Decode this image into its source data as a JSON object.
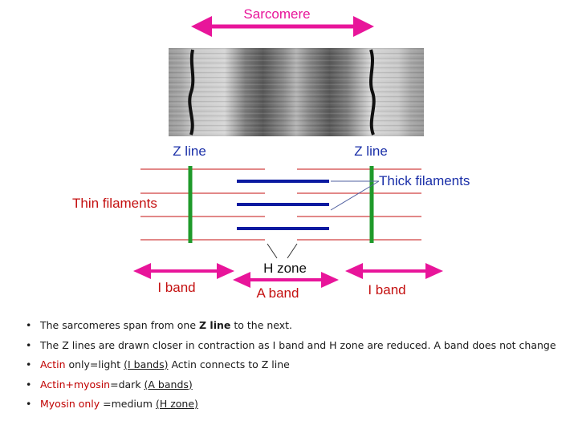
{
  "diagram": {
    "title": "Sarcomere",
    "labels": {
      "z_line_left": "Z line",
      "z_line_right": "Z line",
      "thick_filaments": "Thick filaments",
      "thin_filaments": "Thin filaments",
      "h_zone": "H zone",
      "i_band_left": "I band",
      "a_band": "A band",
      "i_band_right": "I band"
    },
    "colors": {
      "arrow": "#e8159a",
      "z_line": "#1f9a2a",
      "thick": "#0a1aa0",
      "thin": "#d04040",
      "label_red": "#c41010",
      "label_blue": "#1a2fa8"
    }
  },
  "notes": {
    "b1": {
      "pre": "The sarcomeres span from one ",
      "bold": "Z line",
      "post": " to the next."
    },
    "b2": {
      "text": "The Z lines are drawn closer in contraction as I band and H zone are reduced. A band does not change"
    },
    "b3": {
      "red": "Actin",
      "mid": " only=light ",
      "ul": "(I bands)",
      "post": " Actin connects to Z line"
    },
    "b4": {
      "red": "Actin+myosin",
      "mid": "=dark ",
      "ul": "(A bands)"
    },
    "b5": {
      "red": "Myosin only",
      "mid": " =medium ",
      "ul": "(H zone)"
    }
  }
}
